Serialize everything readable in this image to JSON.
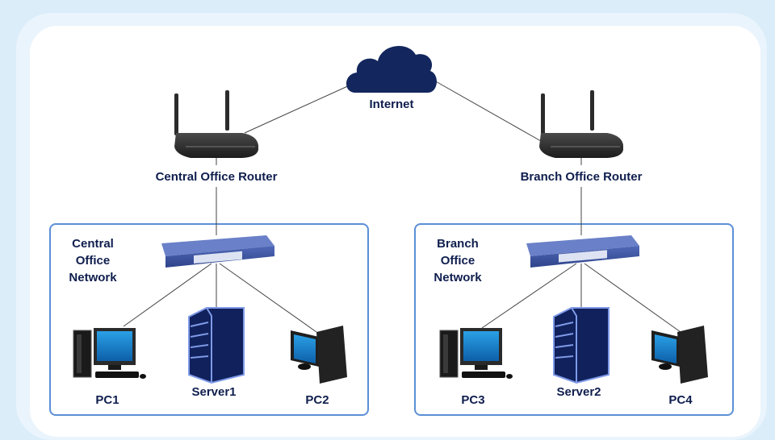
{
  "diagram": {
    "internet": {
      "label": "Internet",
      "icon": "cloud-icon"
    },
    "routers": [
      {
        "label": "Central Office Router",
        "icon": "router-icon"
      },
      {
        "label": "Branch Office Router",
        "icon": "router-icon"
      }
    ],
    "networks": [
      {
        "label_lines": [
          "Central",
          "Office",
          "Network"
        ],
        "switch_icon": "switch-icon",
        "devices": [
          {
            "label": "PC1",
            "icon": "desktop-pc-icon"
          },
          {
            "label": "Server1",
            "icon": "server-icon"
          },
          {
            "label": "PC2",
            "icon": "desktop-pc-icon"
          }
        ]
      },
      {
        "label_lines": [
          "Branch",
          "Office",
          "Network"
        ],
        "switch_icon": "switch-icon",
        "devices": [
          {
            "label": "PC3",
            "icon": "desktop-pc-icon"
          },
          {
            "label": "Server2",
            "icon": "server-icon"
          },
          {
            "label": "PC4",
            "icon": "desktop-pc-icon"
          }
        ]
      }
    ],
    "colors": {
      "text": "#0f1e4e",
      "cloud": "#13275e",
      "box_border": "#5b8fd6",
      "switch": "#3e55a0",
      "server": "#10215c"
    }
  }
}
